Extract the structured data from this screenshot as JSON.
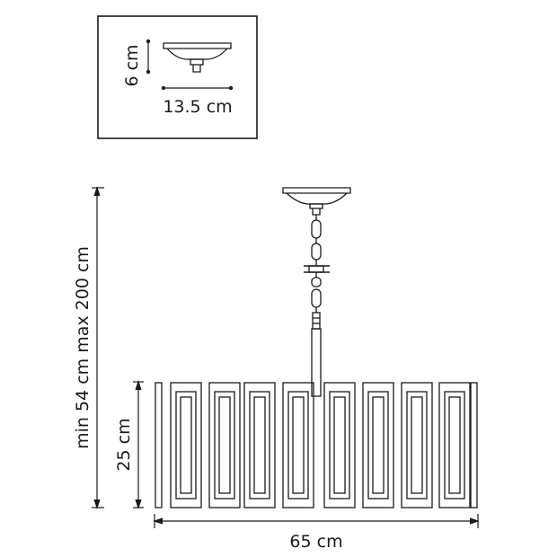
{
  "colors": {
    "line": "#1a1a1a",
    "background": "#ffffff"
  },
  "inset": {
    "height_label": "6 cm",
    "width_label": "13.5 cm"
  },
  "main": {
    "total_height_label": "min 54 cm max 200 cm",
    "shade_height_label": "25 cm",
    "width_label": "65 cm"
  }
}
